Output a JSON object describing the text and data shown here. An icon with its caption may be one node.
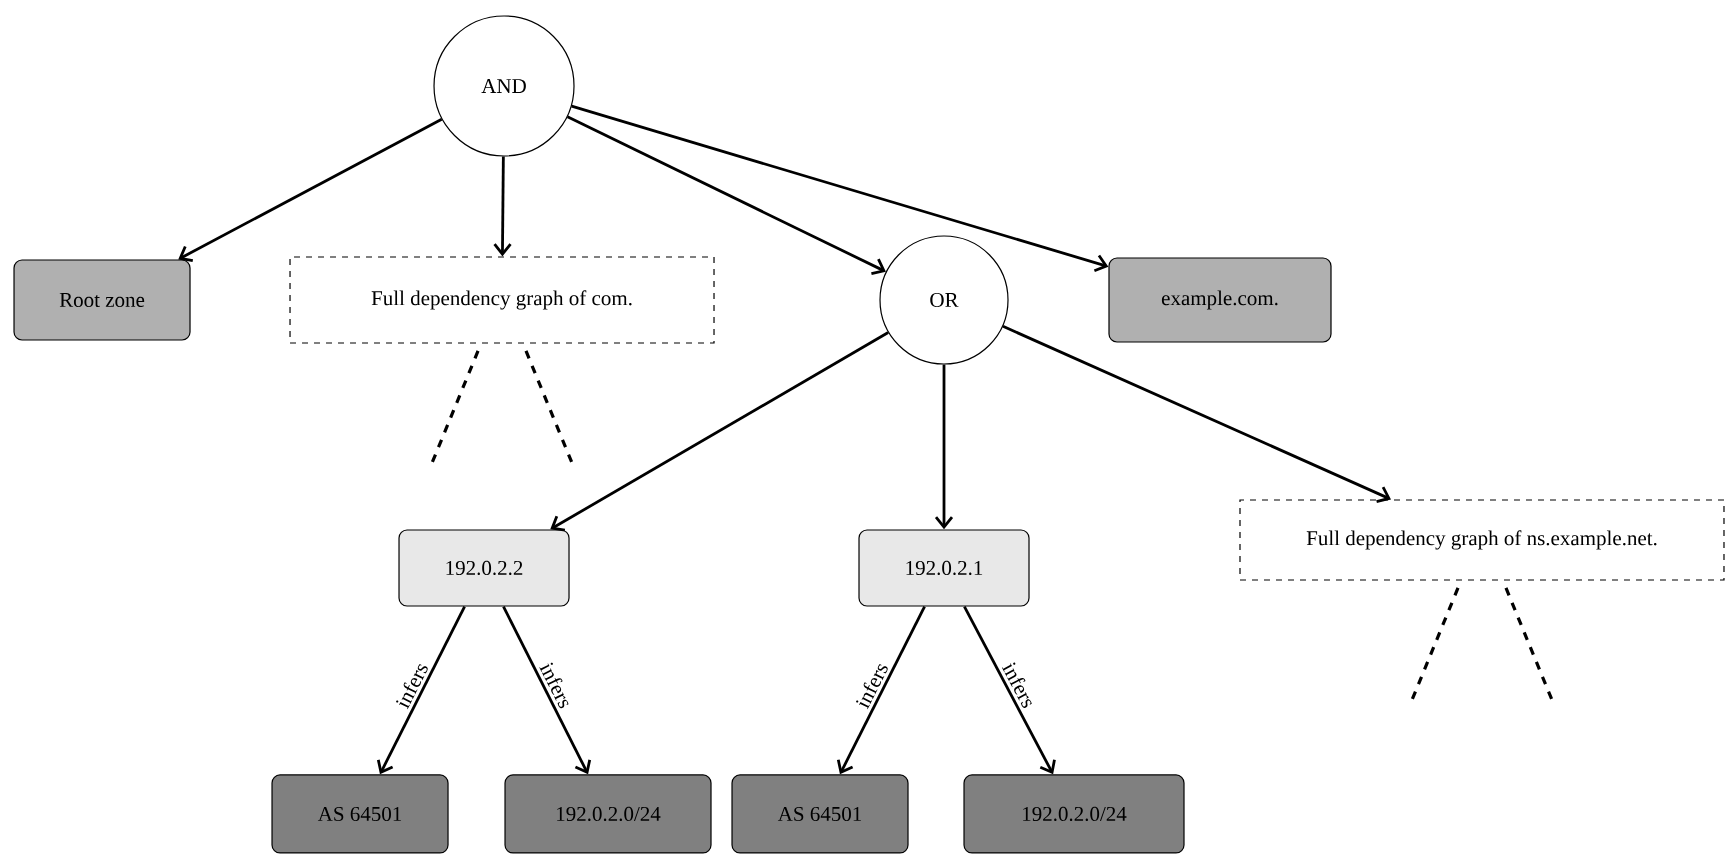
{
  "diagram": {
    "nodes": [
      {
        "text": [
          "AND"
        ]
      },
      {
        "text": [
          "Root zone"
        ]
      },
      {
        "text": [
          "Full dependency graph of com."
        ]
      },
      {
        "text": [
          "OR"
        ]
      },
      {
        "text": [
          "example.com."
        ]
      },
      {
        "text": [
          "192.0.2.2"
        ]
      },
      {
        "text": [
          "192.0.2.1"
        ]
      },
      {
        "text": [
          "Full dependency graph of ns.example.net."
        ]
      },
      {
        "text": [
          "AS 64501"
        ]
      },
      {
        "text": [
          "192.0.2.0/24"
        ]
      },
      {
        "text": [
          "AS 64501"
        ]
      },
      {
        "text": [
          "192.0.2.0/24"
        ]
      }
    ],
    "edges": [
      {
        "from": 0,
        "to": 1,
        "arrow": "to"
      },
      {
        "from": 0,
        "to": 2,
        "arrow": "to"
      },
      {
        "from": 0,
        "to": 3,
        "arrow": "to"
      },
      {
        "from": 0,
        "to": 4,
        "arrow": "to"
      },
      {
        "from": 3,
        "to": 5,
        "arrow": "to"
      },
      {
        "from": 3,
        "to": 6,
        "arrow": "to"
      },
      {
        "from": 3,
        "to": 7,
        "arrow": "to"
      },
      {
        "from": 5,
        "to": 8,
        "arrow": "to",
        "label": "infers"
      },
      {
        "from": 5,
        "to": 9,
        "arrow": "to",
        "label": "infers"
      },
      {
        "from": 6,
        "to": 10,
        "arrow": "to",
        "label": "infers"
      },
      {
        "from": 6,
        "to": 11,
        "arrow": "to",
        "label": "infers"
      }
    ]
  }
}
